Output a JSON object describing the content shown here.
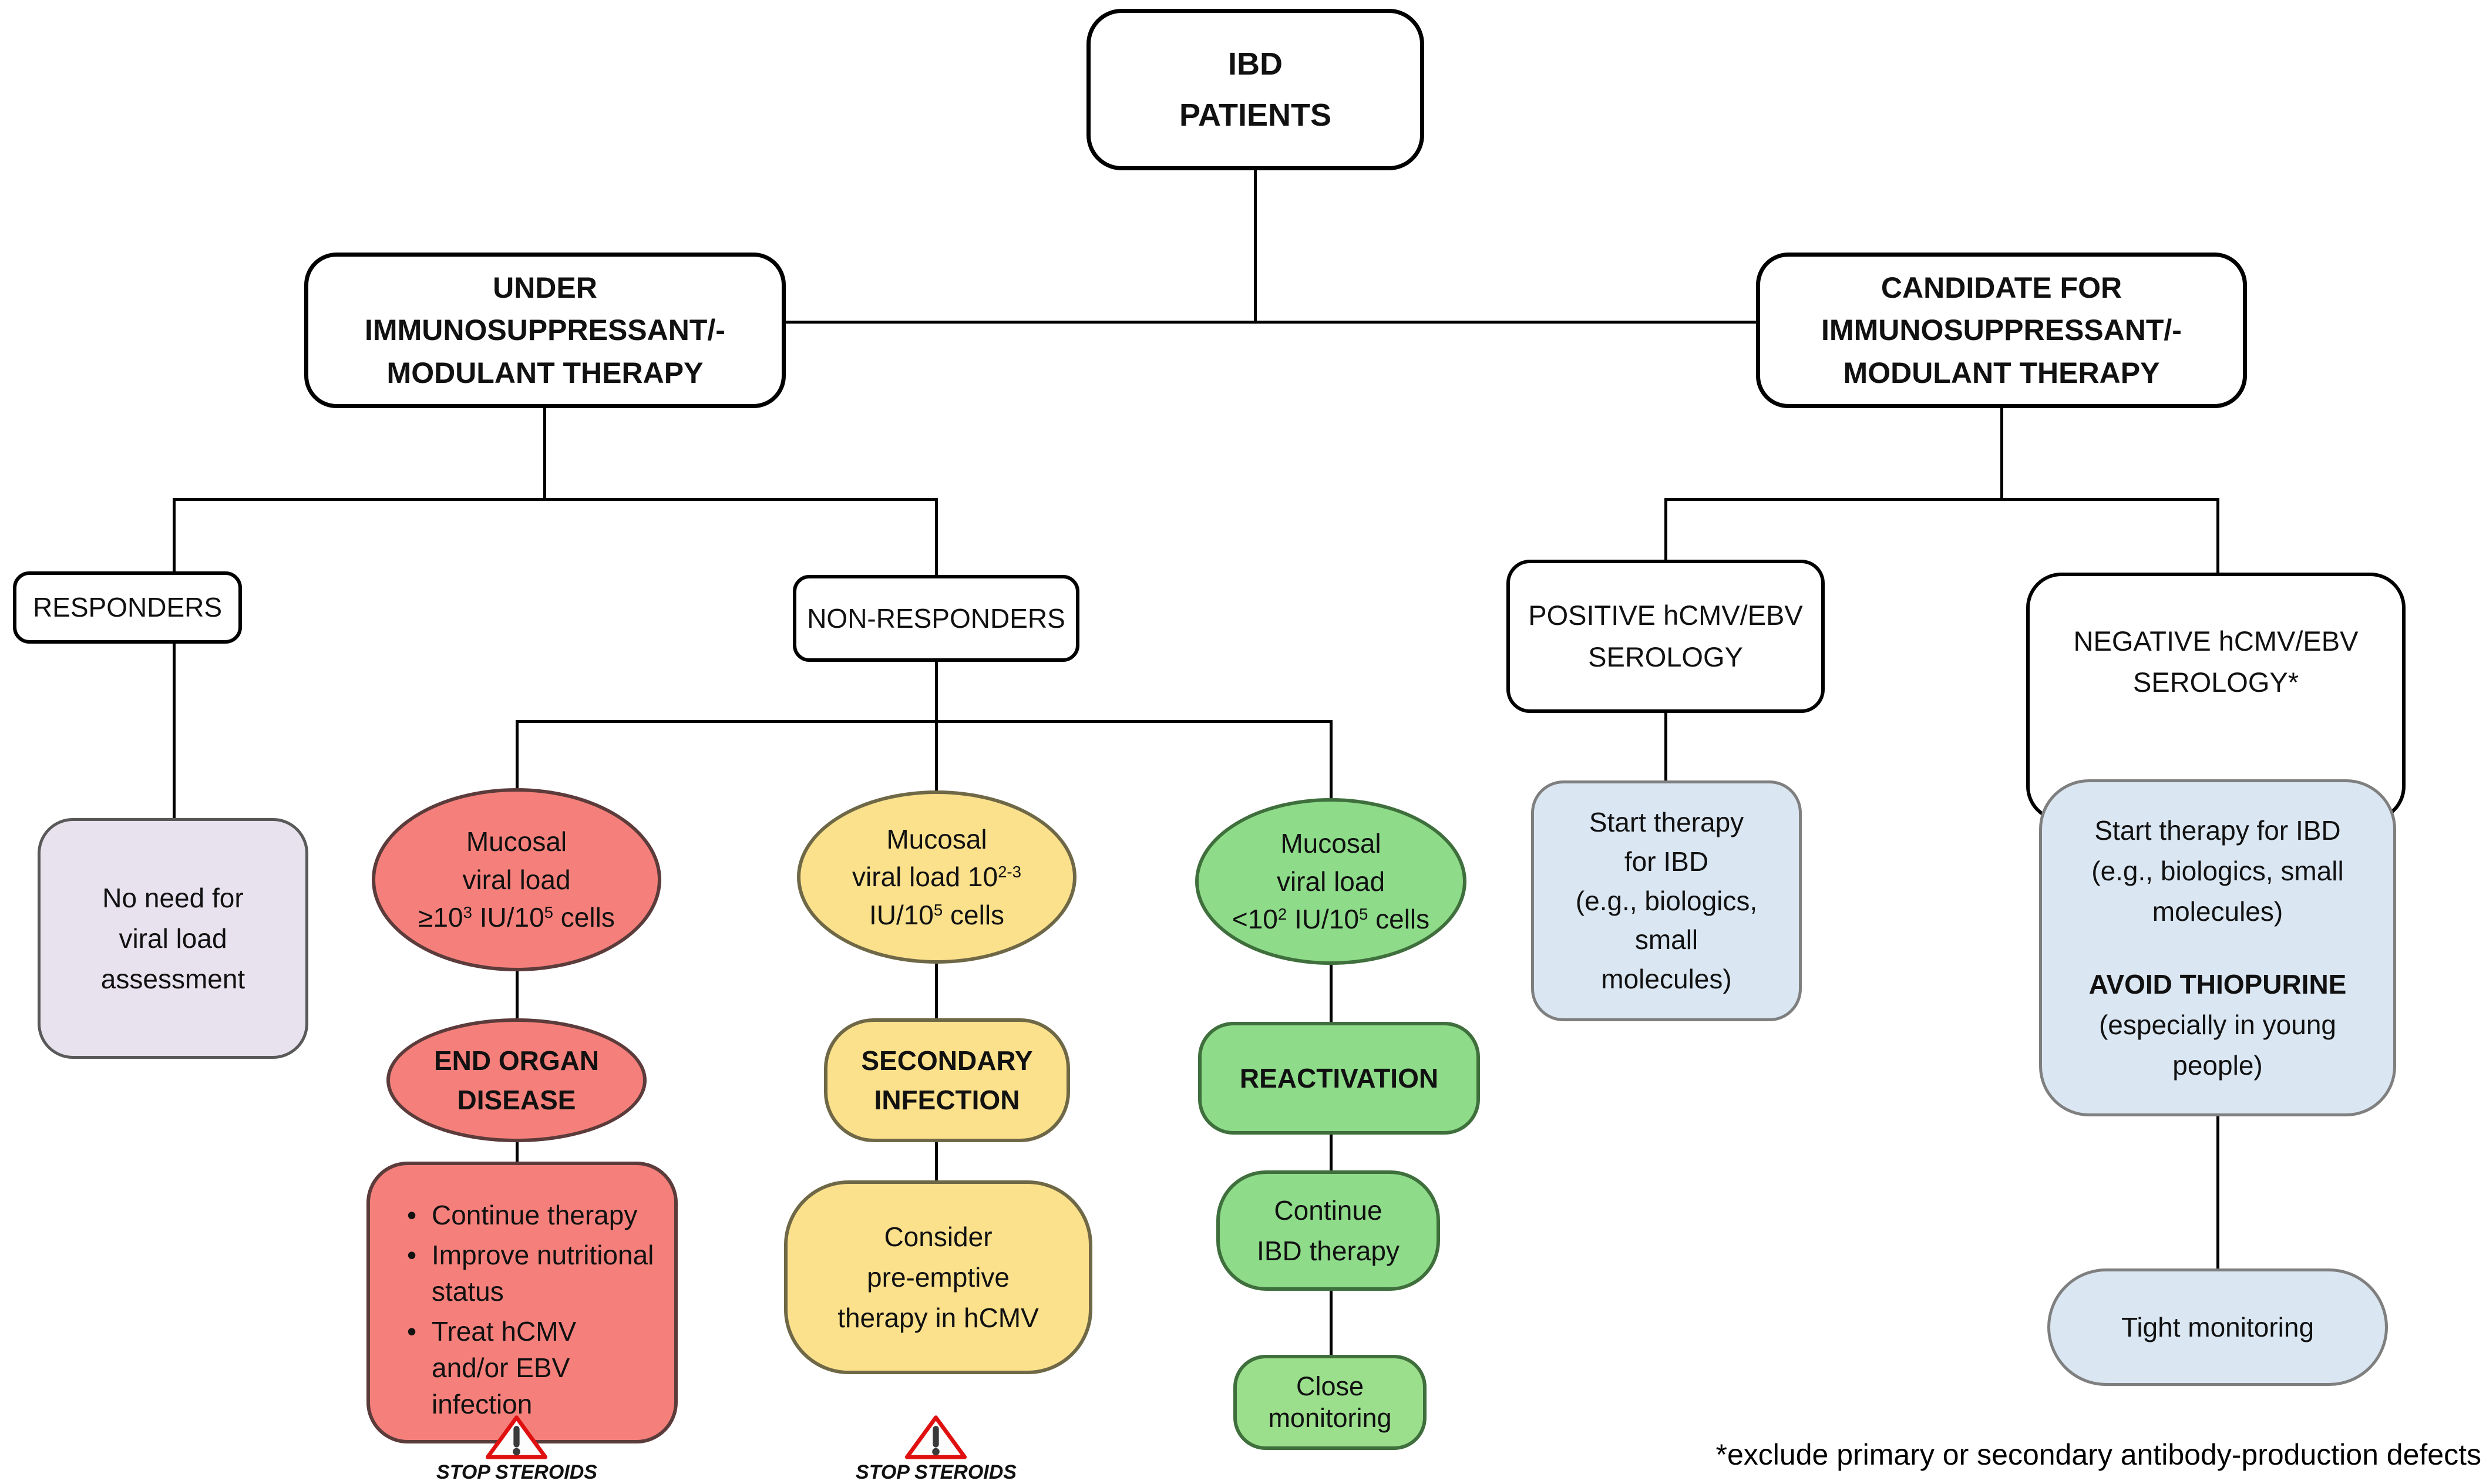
{
  "diagram": {
    "title": "IBD patients hCMV/EBV management flowchart",
    "nodes": {
      "ibd": {
        "label": "IBD\nPATIENTS"
      },
      "under": {
        "label": "UNDER\nIMMUNOSUPPRESSANT/-\nMODULANT THERAPY"
      },
      "candidate": {
        "label": "CANDIDATE FOR\nIMMUNOSUPPRESSANT/-\nMODULANT THERAPY"
      },
      "responders": {
        "label": "RESPONDERS"
      },
      "non_responders": {
        "label": "NON-RESPONDERS"
      },
      "positive_serology": {
        "label": "POSITIVE hCMV/EBV\nSEROLOGY"
      },
      "negative_serology": {
        "label": "NEGATIVE hCMV/EBV\nSEROLOGY*"
      },
      "no_need": {
        "label": "No need for\nviral load\nassessment"
      },
      "red_ellipse": {
        "head": "Mucosal\nviral load",
        "seg_a": "≥10",
        "sup1": "3",
        "seg_b": " IU/10",
        "sup2": "5",
        "seg_c": " cells"
      },
      "yellow_ellipse": {
        "line1": "Mucosal",
        "seg_a": "viral load 10",
        "sup1": "2-3",
        "seg_b": "IU/10",
        "sup2": "5",
        "seg_c": " cells"
      },
      "green_ellipse": {
        "head": "Mucosal\nviral load",
        "seg_a": "<10",
        "sup1": "2",
        "seg_b": " IU/10",
        "sup2": "5",
        "seg_c": " cells"
      },
      "end_organ": {
        "label": "END ORGAN\nDISEASE"
      },
      "secondary_infection": {
        "label": "SECONDARY\nINFECTION"
      },
      "reactivation": {
        "label": "REACTIVATION"
      },
      "red_actions": {
        "items": [
          "Continue therapy",
          "Improve nutritional status",
          "Treat hCMV and/or EBV infection"
        ]
      },
      "consider": {
        "label": "Consider\npre-emptive\ntherapy in hCMV"
      },
      "continue_ibd": {
        "label": "Continue\nIBD therapy"
      },
      "close_monitoring": {
        "label": "Close\nmonitoring"
      },
      "start_therapy_pos": {
        "label": "Start therapy\nfor IBD\n(e.g., biologics,\nsmall\nmolecules)"
      },
      "start_therapy_neg": {
        "p1": "Start therapy for IBD\n(e.g., biologics, small\nmolecules)",
        "p2": "AVOID THIOPURINE",
        "p3": "(especially in young\npeople)"
      },
      "tight_monitoring": {
        "label": "Tight monitoring"
      },
      "stop_steroids": {
        "label": "STOP STEROIDS"
      },
      "footnote": {
        "label": "*exclude primary or secondary antibody-production defects"
      }
    },
    "icons": [
      "warning-triangle"
    ],
    "colors": {
      "red_fill": "#F5807B",
      "red_border": "#5C3B3B",
      "yellow_fill": "#FBE18C",
      "yellow_border": "#6F6847",
      "green_fill": "#8EDB8A",
      "green_light_fill": "#9BDF8D",
      "green_border": "#3F6F3C",
      "blue_fill": "#DAE6F2",
      "blue_border": "#7F7F7F",
      "purple_fill": "#E7E2EE",
      "purple_border": "#595959",
      "connector": "#000000",
      "warning_red": "#E01010"
    }
  }
}
